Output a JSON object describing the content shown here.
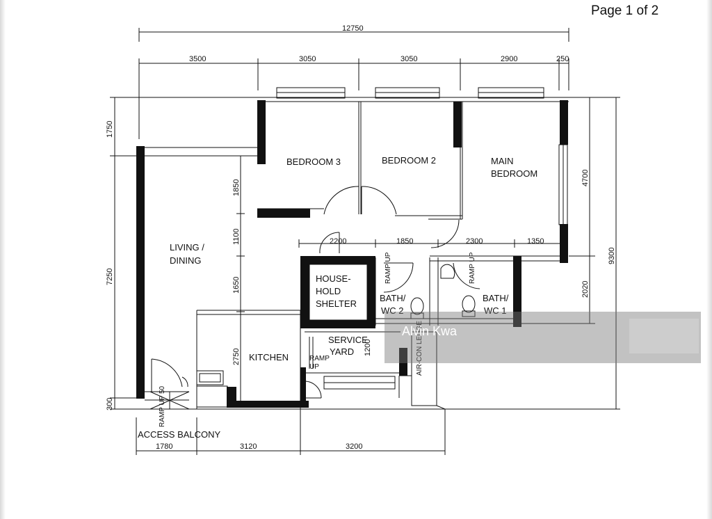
{
  "page_label": "Page 1 of 2",
  "watermark": "Alvin Kwa",
  "rooms": {
    "bedroom3": "BEDROOM 3",
    "bedroom2": "BEDROOM 2",
    "main1": "MAIN",
    "main2": "BEDROOM",
    "living1": "LIVING /",
    "living2": "DINING",
    "shelter1": "HOUSE-",
    "shelter2": "HOLD",
    "shelter3": "SHELTER",
    "bath2_1": "BATH/",
    "bath2_2": "WC 2",
    "bath1_1": "BATH/",
    "bath1_2": "WC 1",
    "kitchen": "KITCHEN",
    "service1": "SERVICE",
    "service2": "YARD",
    "aircon": "AIR-CON LEDGE",
    "balcony": "ACCESS BALCONY",
    "ramp_a": "RAMP",
    "ramp_b": "UP",
    "ramp_v": "RAMP UP",
    "ramp_balcony": "RAMP UP 50"
  },
  "dims": {
    "total_top": "12750",
    "top1": "3500",
    "top2": "3050",
    "top3": "3050",
    "top4": "2900",
    "top5": "250",
    "left_1750": "1750",
    "left_7250": "7250",
    "left_300": "300",
    "inner_1850": "1850",
    "inner_1100": "1100",
    "inner_1650": "1650",
    "inner_2750": "2750",
    "right_4700": "4700",
    "right_2020": "2020",
    "right_9300": "9300",
    "mid_2200": "2200",
    "mid_1850": "1850",
    "mid_2300": "2300",
    "mid_1350": "1350",
    "yard_1200": "1200",
    "bot1": "1780",
    "bot2": "3120",
    "bot3": "3200"
  }
}
